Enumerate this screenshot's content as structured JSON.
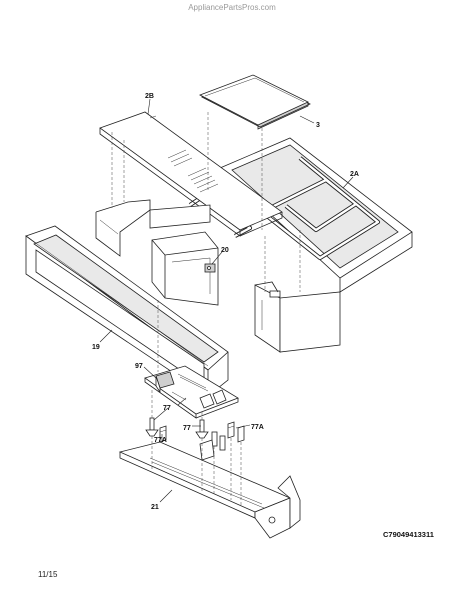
{
  "header": {
    "watermark": "AppliancePartsPros.com"
  },
  "footer": {
    "page_number": "11/15",
    "diagram_code": "C79049413311"
  },
  "parts": {
    "p2B": "2B",
    "p3": "3",
    "p2A": "2A",
    "p20": "20",
    "p19": "19",
    "p97": "97",
    "p77a": "77",
    "p77b": "77",
    "p77A_left": "77A",
    "p77A_right": "77A",
    "p21": "21"
  }
}
